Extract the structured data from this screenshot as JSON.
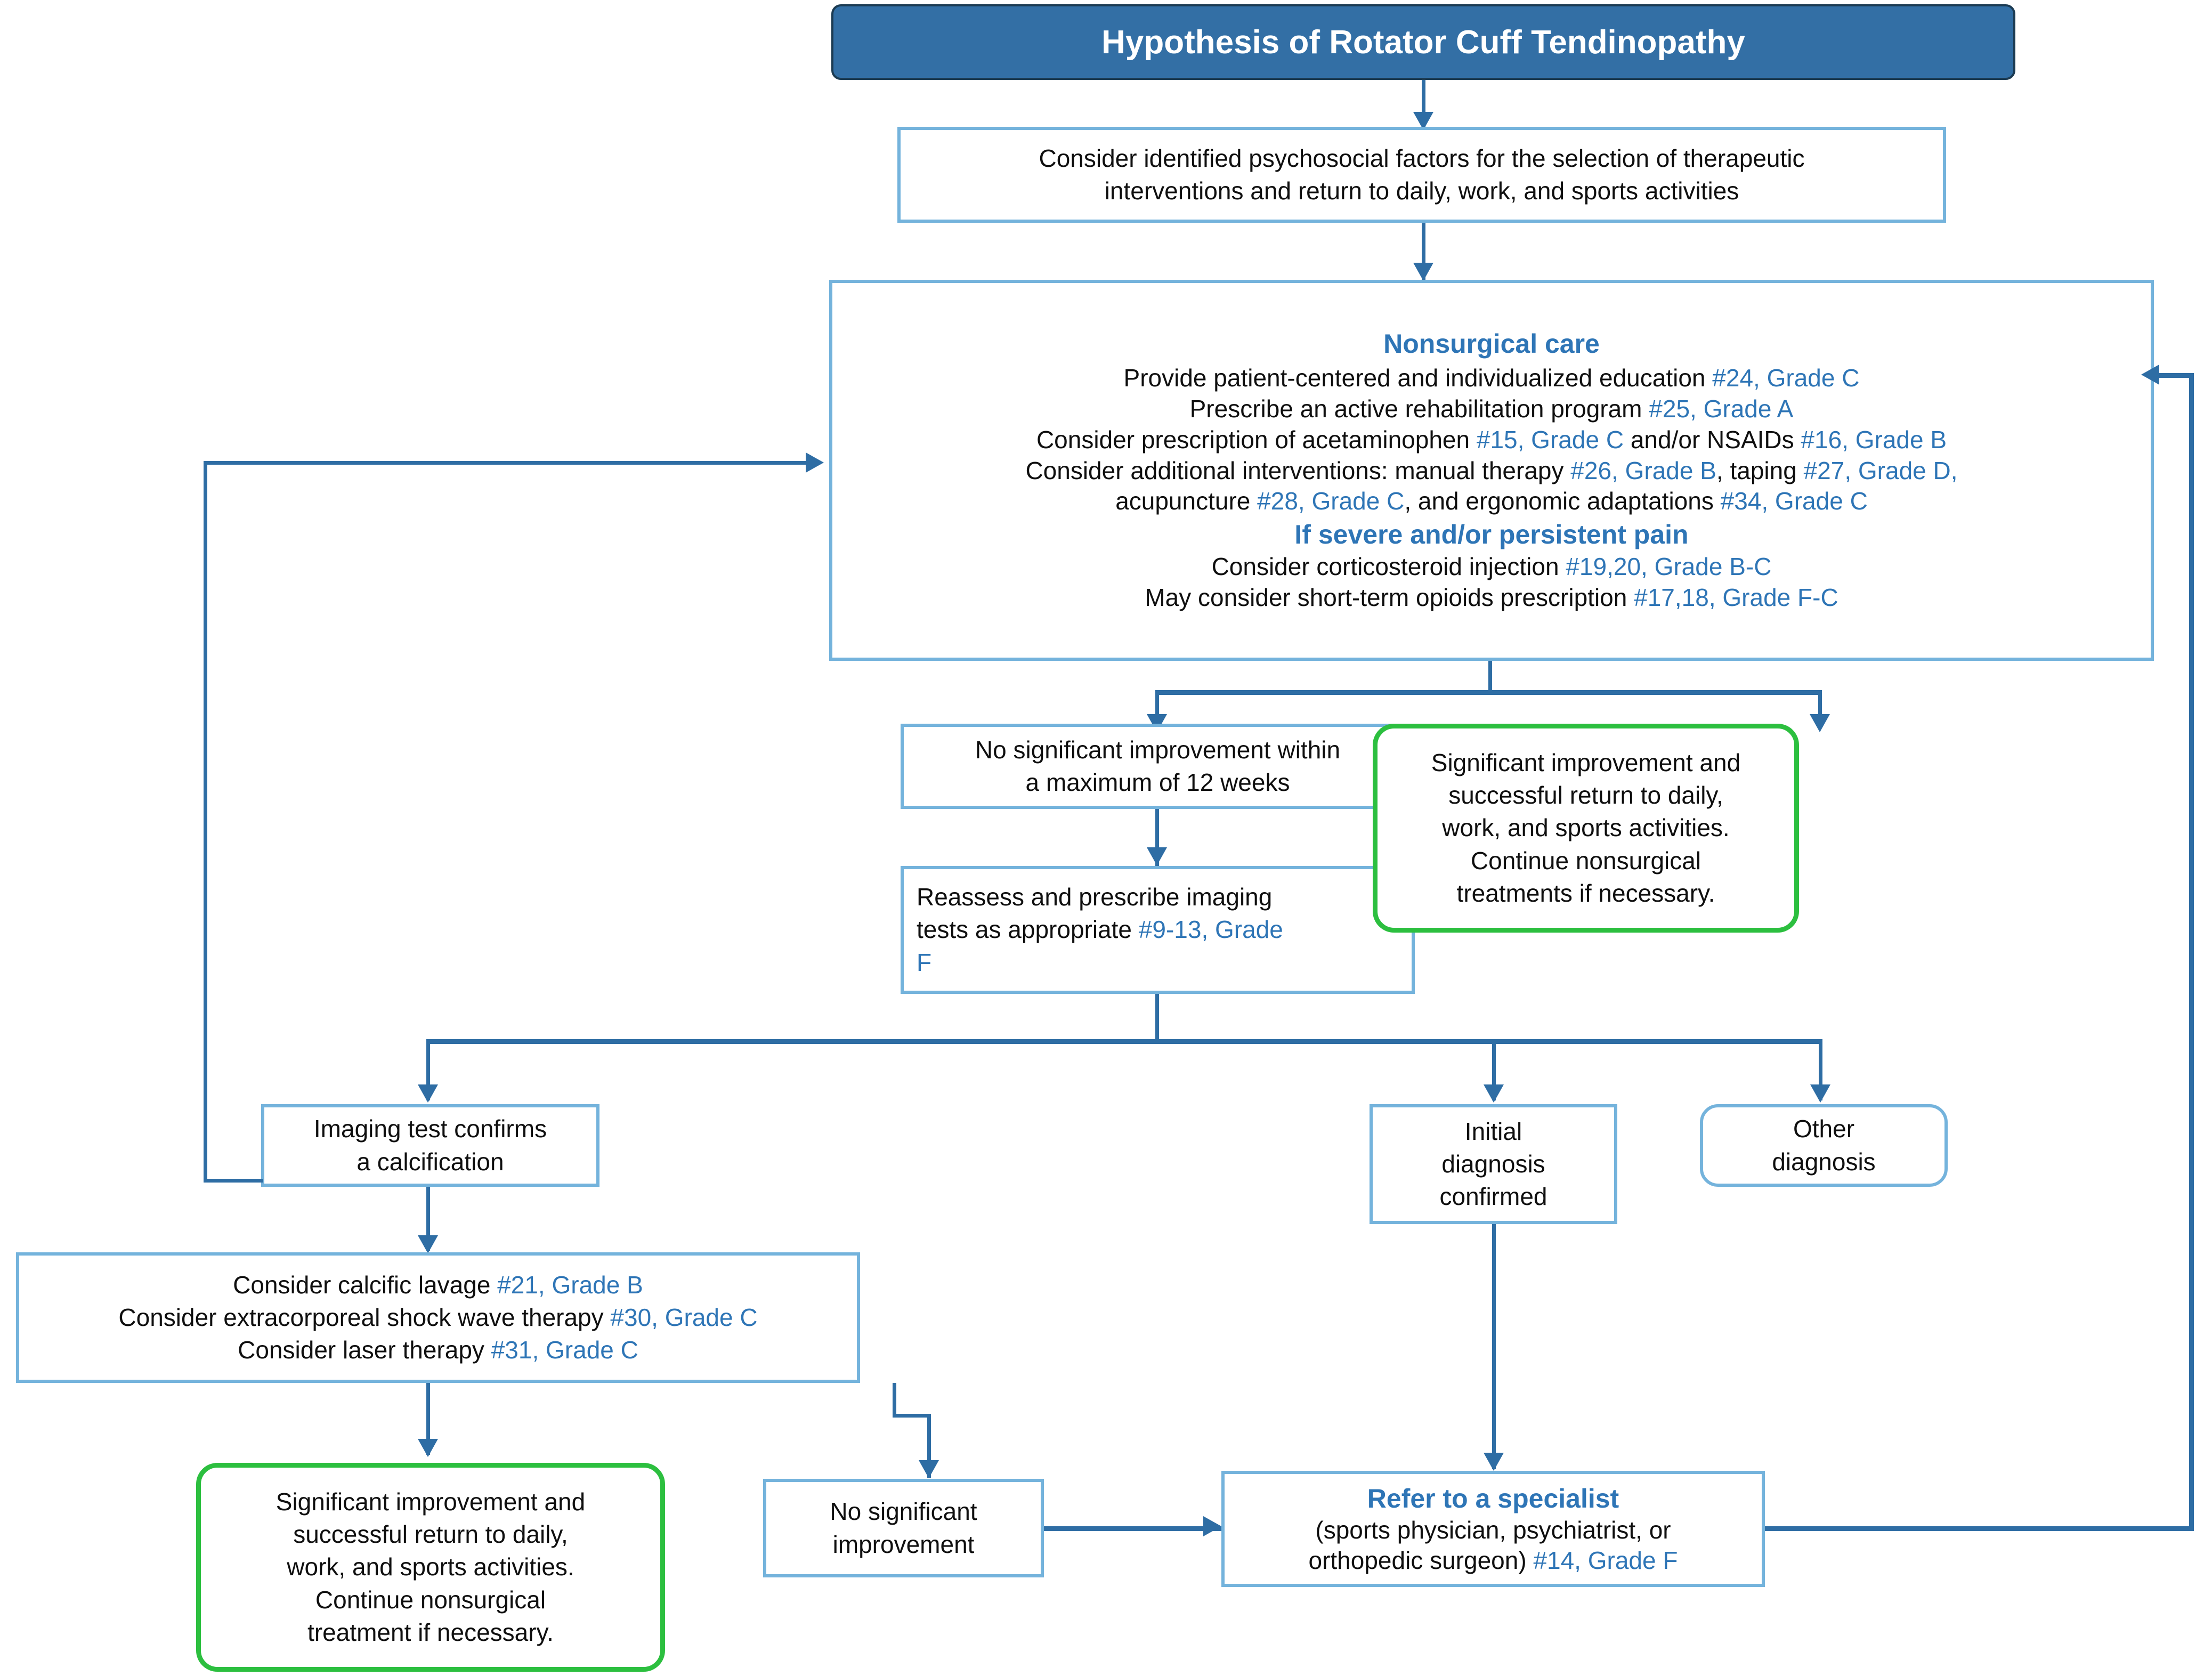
{
  "diagram": {
    "title_bar": {
      "label": "Hypothesis of Rotator Cuff Tendinopathy"
    },
    "colors": {
      "title_fill": "#336FA5",
      "title_border": "#1C3B52",
      "box_border": "#74B3DC",
      "green_border": "#2CBF3F",
      "connector": "#2E6DA4",
      "accent_text": "#2E75B6",
      "body_text": "#0F0F0F"
    },
    "nodes": {
      "psychosocial": {
        "line1": "Consider identified psychosocial factors for the selection of therapeutic",
        "line2": "interventions and return to daily, work, and sports activities"
      },
      "nonsurgical_care": {
        "heading": "Nonsurgical care",
        "l1_a": "Provide patient-centered and individualized education ",
        "l1_b": "#24, Grade C",
        "l2_a": "Prescribe an active rehabilitation program ",
        "l2_b": "#25, Grade A",
        "l3_a": "Consider prescription of acetaminophen ",
        "l3_b": "#15, Grade C",
        "l3_c": " and/or NSAIDs ",
        "l3_d": "#16, Grade B",
        "l4_a": "Consider additional interventions: manual therapy ",
        "l4_b": "#26, Grade B",
        "l4_c": ", taping ",
        "l4_d": "#27, Grade D,",
        "l5_a": "acupuncture ",
        "l5_b": "#28, Grade C",
        "l5_c": ", and ergonomic adaptations ",
        "l5_d": "#34, Grade C",
        "subheading": "If severe and/or persistent pain",
        "l6_a": "Consider corticosteroid injection ",
        "l6_b": "#19,20, Grade B-C",
        "l7_a": "May consider short-term opioids prescription ",
        "l7_b": "#17,18, Grade F-C"
      },
      "no_improvement_12w": {
        "line1": "No significant improvement within",
        "line2": "a maximum of 12 weeks"
      },
      "reassess_imaging": {
        "a": "Reassess and prescribe imaging",
        "b": "tests as appropriate ",
        "c": "#9-13, Grade",
        "d": "F"
      },
      "success_top": {
        "line1": "Significant improvement and",
        "line2": "successful return to daily,",
        "line3": "work, and sports activities.",
        "line4": "Continue nonsurgical",
        "line5": "treatments if necessary."
      },
      "calcification": {
        "line1": "Imaging test confirms",
        "line2": "a calcification"
      },
      "initial_diagnosis": {
        "line1": "Initial",
        "line2": "diagnosis",
        "line3": "confirmed"
      },
      "other_diagnosis": {
        "line1": "Other",
        "line2": "diagnosis"
      },
      "calcific_treatments": {
        "l1_a": "Consider calcific lavage ",
        "l1_b": "#21, Grade B",
        "l2_a": "Consider extracorporeal shock wave therapy ",
        "l2_b": "#30, Grade C",
        "l3_a": "Consider laser therapy  ",
        "l3_b": "#31, Grade C"
      },
      "success_bottom": {
        "line1": "Significant improvement and",
        "line2": "successful return to daily,",
        "line3": "work, and sports activities.",
        "line4": "Continue nonsurgical",
        "line5": "treatment if necessary."
      },
      "no_improvement": {
        "line1": "No significant",
        "line2": "improvement"
      },
      "refer_specialist": {
        "heading": "Refer to a specialist",
        "line1": "(sports physician, psychiatrist, or",
        "line2_a": "orthopedic surgeon) ",
        "line2_b": "#14, Grade F"
      }
    }
  }
}
